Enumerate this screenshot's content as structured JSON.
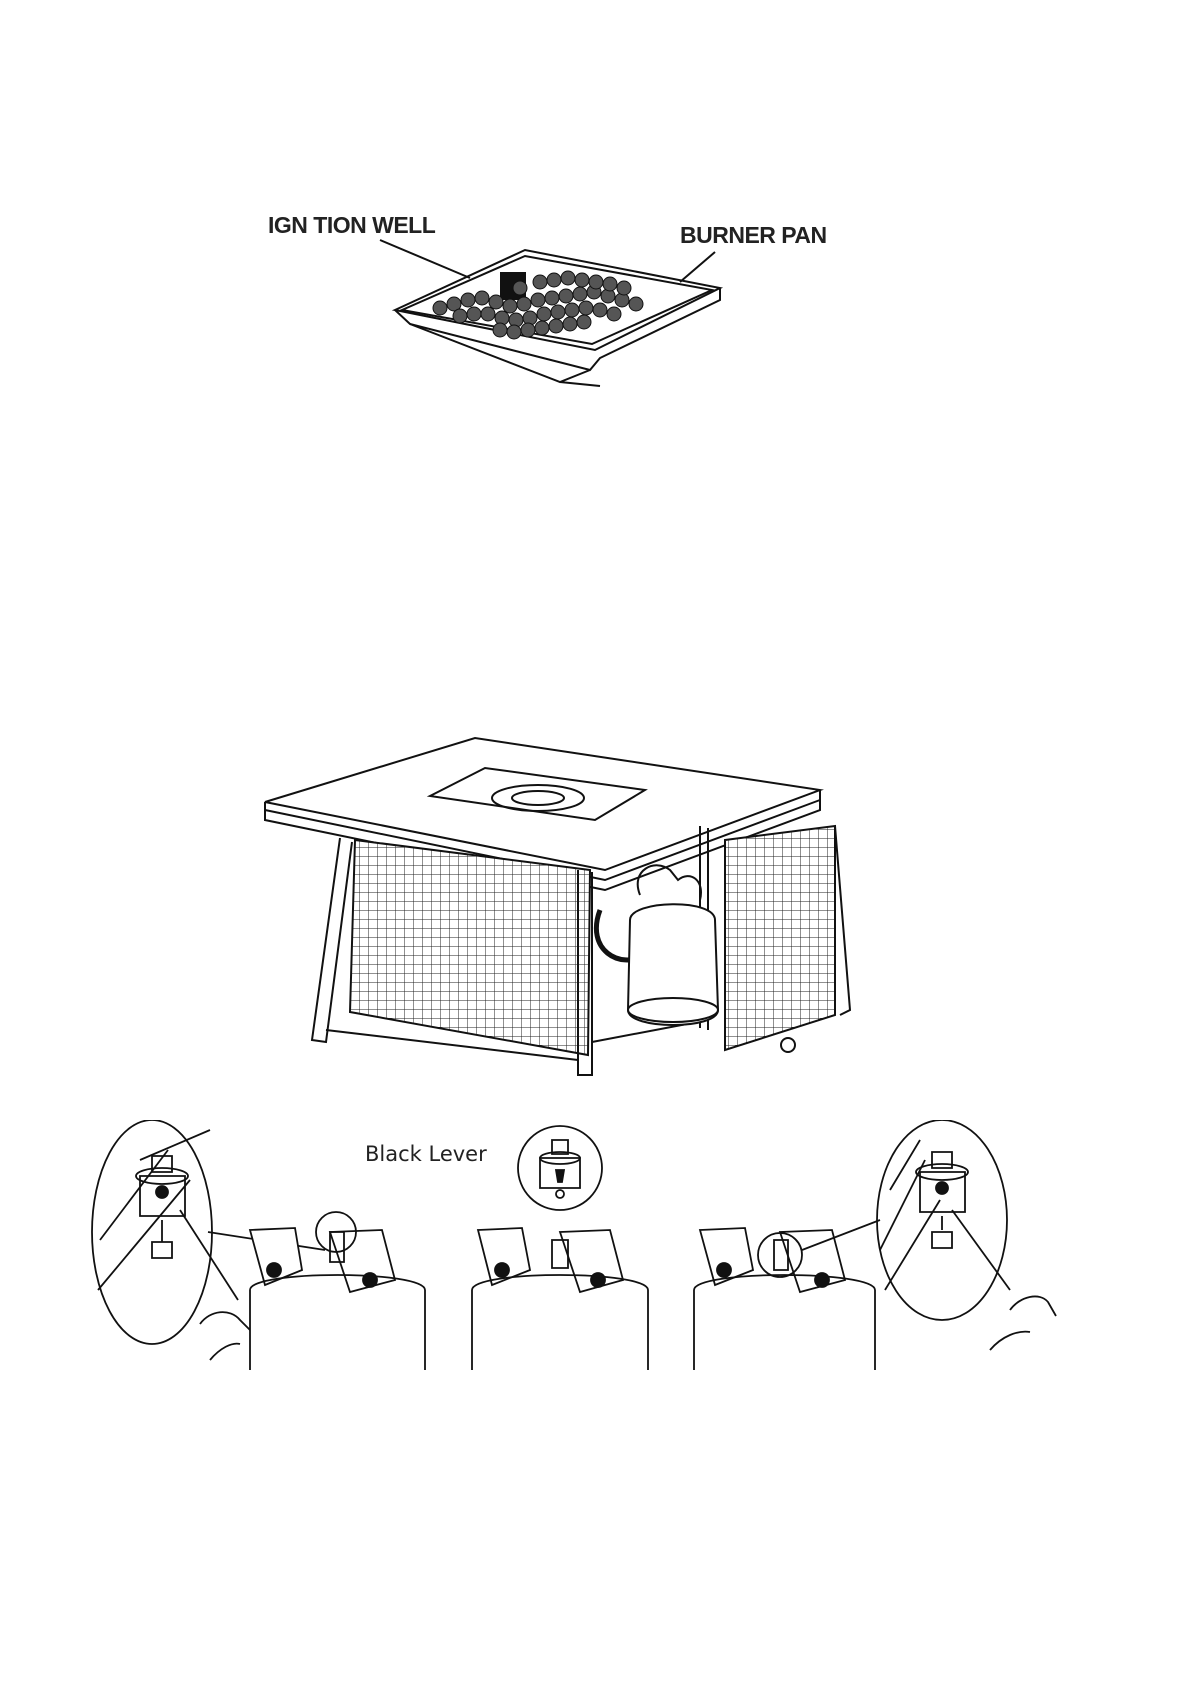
{
  "figure1": {
    "label_left": "IGN  TION WELL",
    "label_right": "BURNER PAN"
  },
  "figure3": {
    "label": "Black Lever"
  }
}
